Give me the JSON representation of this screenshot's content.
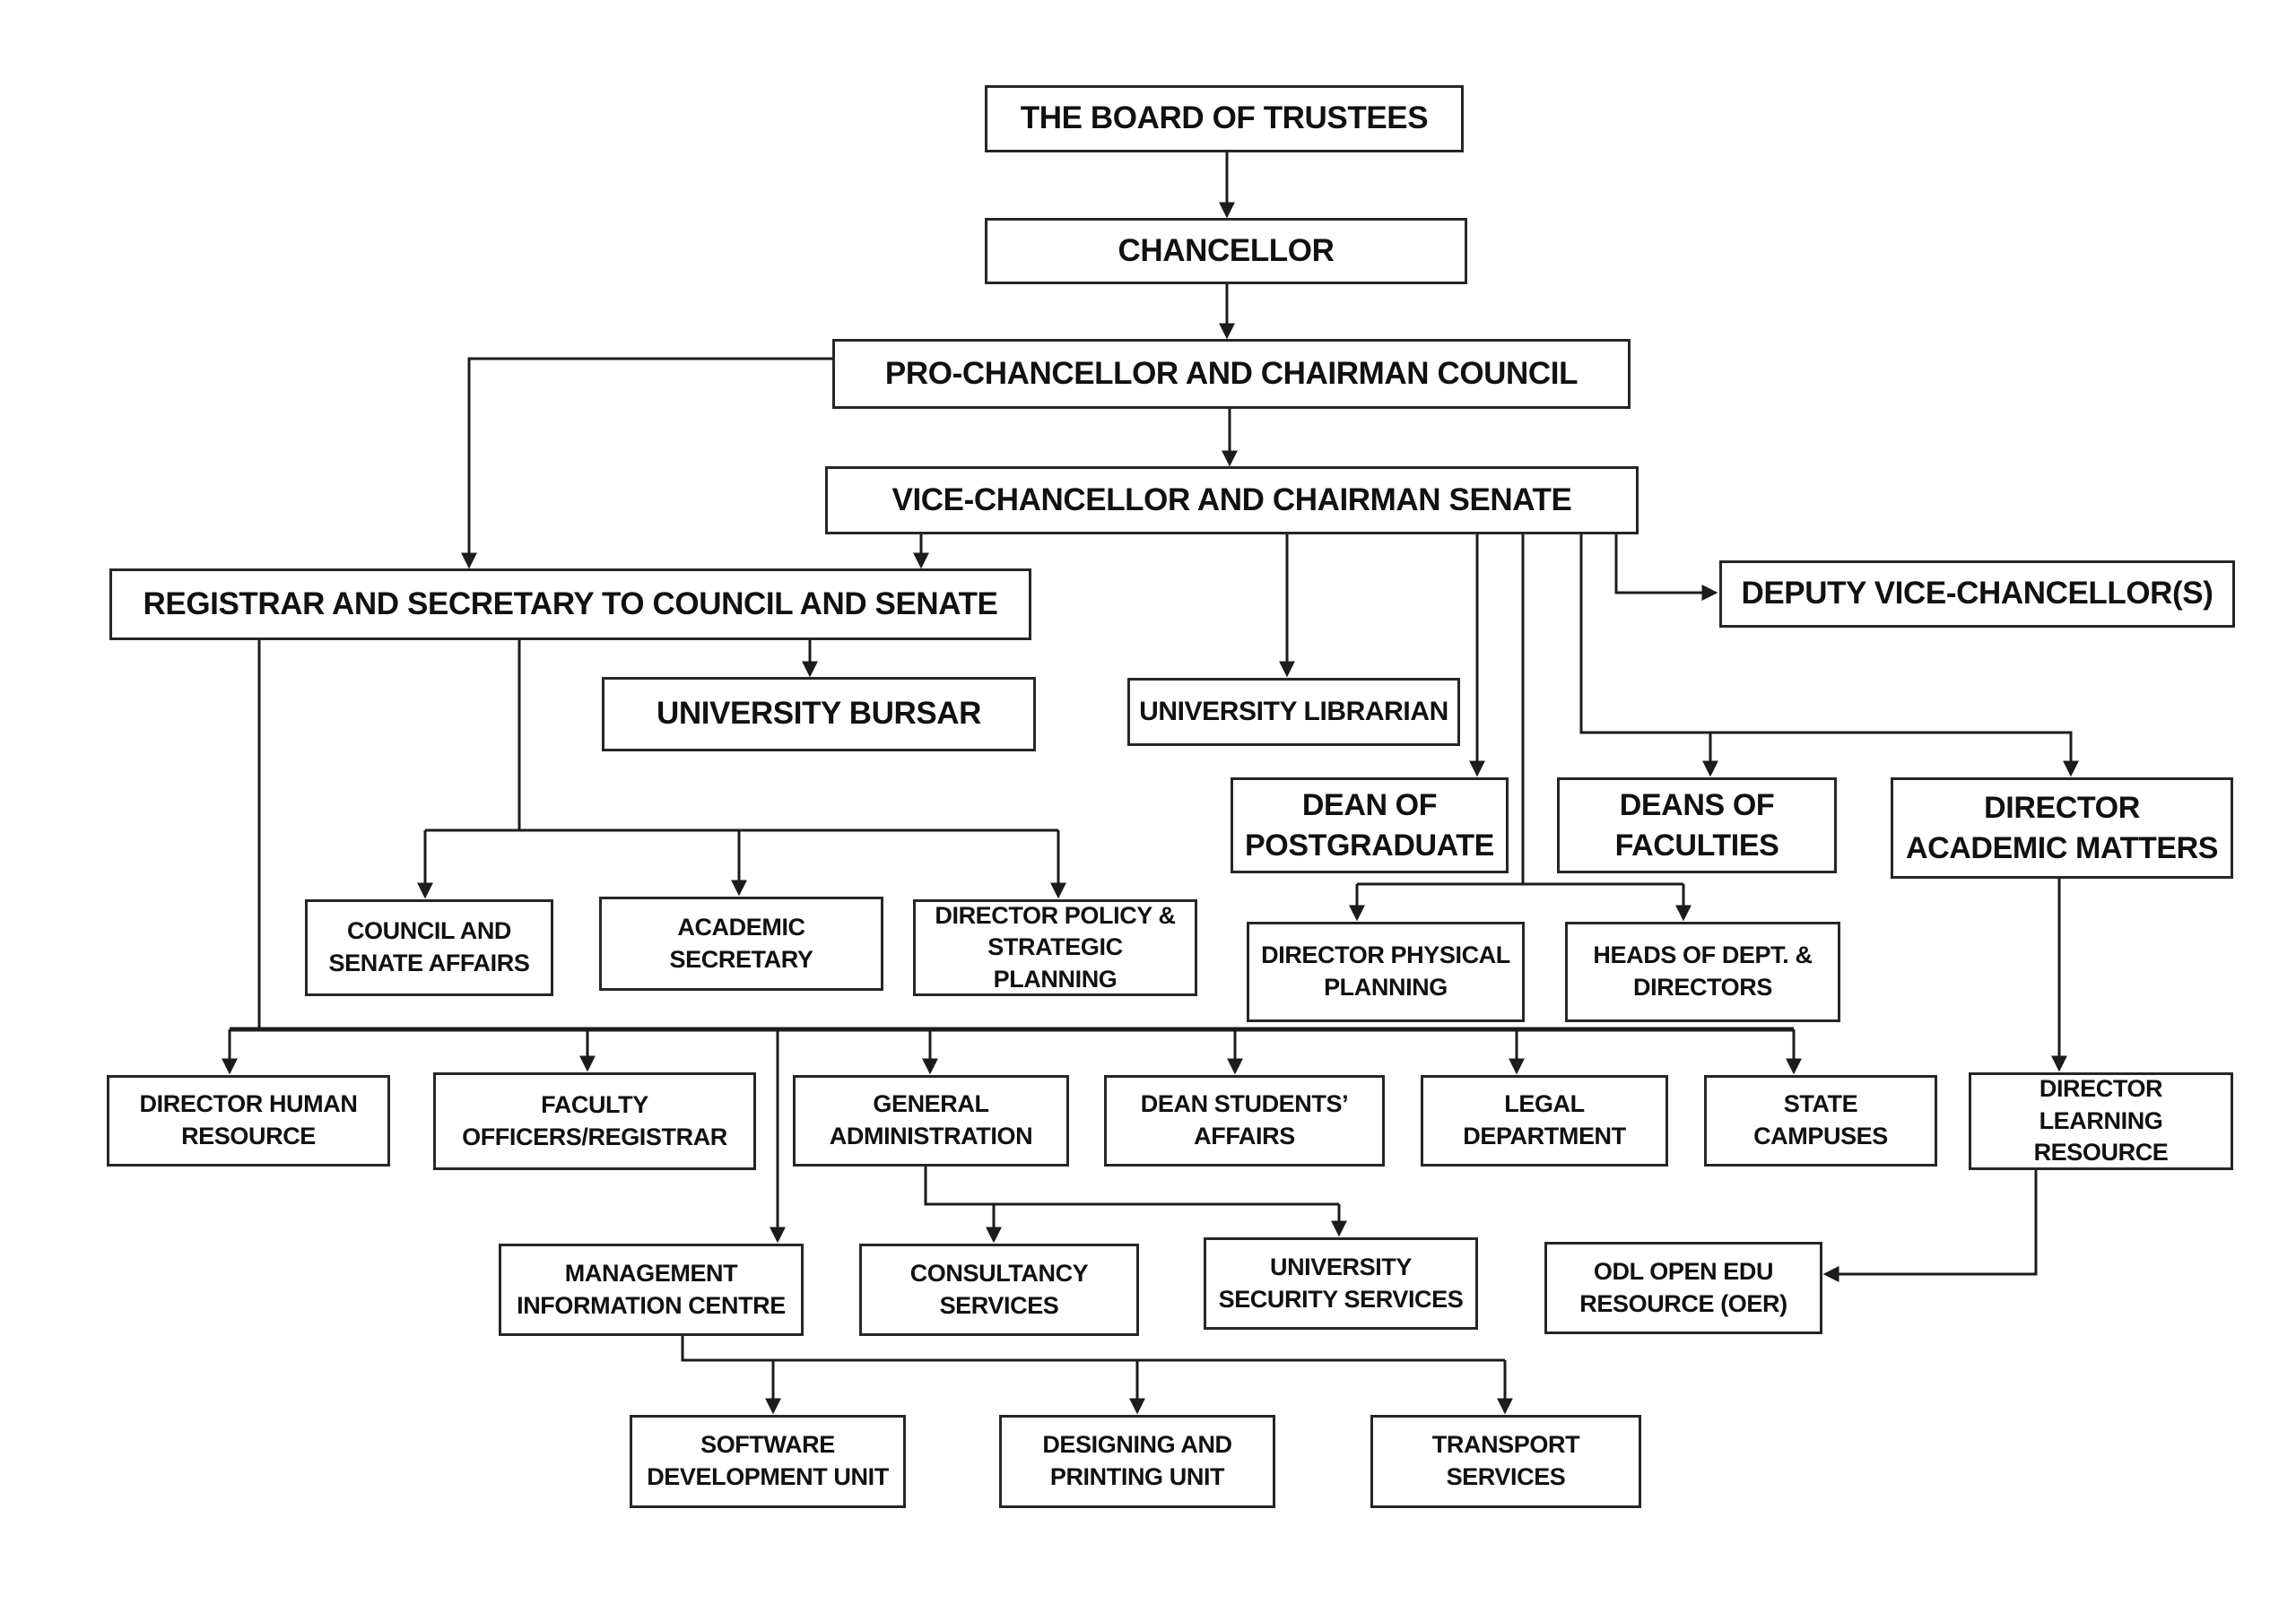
{
  "colors": {
    "ink": "#1c1c1c",
    "box_border": "#262626",
    "text": "#111111",
    "background": "#ffffff"
  },
  "nodes": {
    "board": {
      "label": "THE BOARD OF TRUSTEES"
    },
    "chancellor": {
      "label": "CHANCELLOR"
    },
    "pro": {
      "label": "PRO-CHANCELLOR AND CHAIRMAN COUNCIL"
    },
    "vc": {
      "label": "VICE-CHANCELLOR AND CHAIRMAN SENATE"
    },
    "registrar": {
      "label": "REGISTRAR AND SECRETARY TO COUNCIL AND SENATE"
    },
    "deputy": {
      "label": "DEPUTY VICE-CHANCELLOR(S)"
    },
    "bursar": {
      "label": "UNIVERSITY BURSAR"
    },
    "librarian": {
      "label": "UNIVERSITY LIBRARIAN"
    },
    "dean_pg": {
      "label": "DEAN OF\nPOSTGRADUATE"
    },
    "deans_fac": {
      "label": "DEANS OF\nFACULTIES"
    },
    "dir_acad": {
      "label": "DIRECTOR\nACADEMIC MATTERS"
    },
    "council": {
      "label": "COUNCIL AND\nSENATE AFFAIRS"
    },
    "acad_sec": {
      "label": "ACADEMIC\nSECRETARY"
    },
    "dir_policy": {
      "label": "DIRECTOR POLICY &\nSTRATEGIC PLANNING"
    },
    "dir_phys": {
      "label": "DIRECTOR PHYSICAL\nPLANNING"
    },
    "heads": {
      "label": "HEADS OF DEPT. &\nDIRECTORS"
    },
    "dir_hr": {
      "label": "DIRECTOR HUMAN\nRESOURCE"
    },
    "faculty": {
      "label": "FACULTY\nOFFICERS/REGISTRAR"
    },
    "gen_admin": {
      "label": "GENERAL\nADMINISTRATION"
    },
    "dean_stud": {
      "label": "DEAN STUDENTS’\nAFFAIRS"
    },
    "legal": {
      "label": "LEGAL\nDEPARTMENT"
    },
    "state": {
      "label": "STATE\nCAMPUSES"
    },
    "dir_learn": {
      "label": "DIRECTOR LEARNING\nRESOURCE"
    },
    "mic": {
      "label": "MANAGEMENT\nINFORMATION CENTRE"
    },
    "consult": {
      "label": "CONSULTANCY\nSERVICES"
    },
    "security": {
      "label": "UNIVERSITY\nSECURITY SERVICES"
    },
    "odl": {
      "label": "ODL OPEN EDU\nRESOURCE (OER)"
    },
    "software": {
      "label": "SOFTWARE\nDEVELOPMENT UNIT"
    },
    "designing": {
      "label": "DESIGNING AND\nPRINTING UNIT"
    },
    "transport": {
      "label": "TRANSPORT\nSERVICES"
    }
  }
}
